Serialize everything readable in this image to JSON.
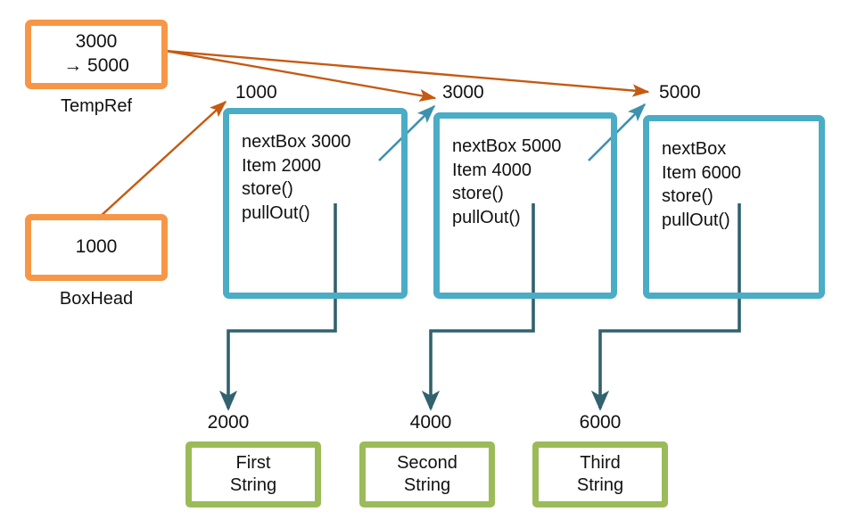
{
  "diagram": {
    "title": "Linked list box diagram",
    "colors": {
      "orange": "#F79646",
      "blue": "#4BACC6",
      "green": "#9BBB59",
      "dark_teal": "#31626E",
      "text": "#111111",
      "background": "#FFFFFF"
    },
    "reference_boxes": [
      {
        "id": "tempref",
        "value": "3000\n→ 5000",
        "caption": "TempRef"
      },
      {
        "id": "boxhead",
        "value": "1000",
        "caption": "BoxHead"
      }
    ],
    "node_boxes": [
      {
        "id": "box-1000",
        "address": "1000",
        "lines": "nextBox 3000\nItem 2000\nstore()\npullOut()",
        "next_box": "3000",
        "item": "2000",
        "methods": [
          "store()",
          "pullOut()"
        ]
      },
      {
        "id": "box-3000",
        "address": "3000",
        "lines": "nextBox 5000\nItem 4000\nstore()\npullOut()",
        "next_box": "5000",
        "item": "4000",
        "methods": [
          "store()",
          "pullOut()"
        ]
      },
      {
        "id": "box-5000",
        "address": "5000",
        "lines": "nextBox\nItem 6000\nstore()\npullOut()",
        "next_box": "",
        "item": "6000",
        "methods": [
          "store()",
          "pullOut()"
        ]
      }
    ],
    "string_boxes": [
      {
        "id": "string-2000",
        "address": "2000",
        "text": "First\nString"
      },
      {
        "id": "string-4000",
        "address": "4000",
        "text": "Second\nString"
      },
      {
        "id": "string-6000",
        "address": "6000",
        "text": "Third\nString"
      }
    ],
    "arrows": [
      {
        "id": "tempref-to-3000",
        "color": "#C55A11",
        "from": "TempRef",
        "to": "3000"
      },
      {
        "id": "tempref-to-5000",
        "color": "#C55A11",
        "from": "TempRef",
        "to": "5000"
      },
      {
        "id": "boxhead-to-1000",
        "color": "#C55A11",
        "from": "BoxHead",
        "to": "1000"
      },
      {
        "id": "nextbox-1000-to-3000",
        "color": "#3D91AE",
        "from": "box-1000",
        "to": "3000"
      },
      {
        "id": "nextbox-3000-to-5000",
        "color": "#3D91AE",
        "from": "box-3000",
        "to": "5000"
      },
      {
        "id": "item-1000-to-2000",
        "color": "#31626E",
        "from": "box-1000",
        "to": "2000"
      },
      {
        "id": "item-3000-to-4000",
        "color": "#31626E",
        "from": "box-3000",
        "to": "4000"
      },
      {
        "id": "item-5000-to-6000",
        "color": "#31626E",
        "from": "box-5000",
        "to": "6000"
      }
    ]
  }
}
